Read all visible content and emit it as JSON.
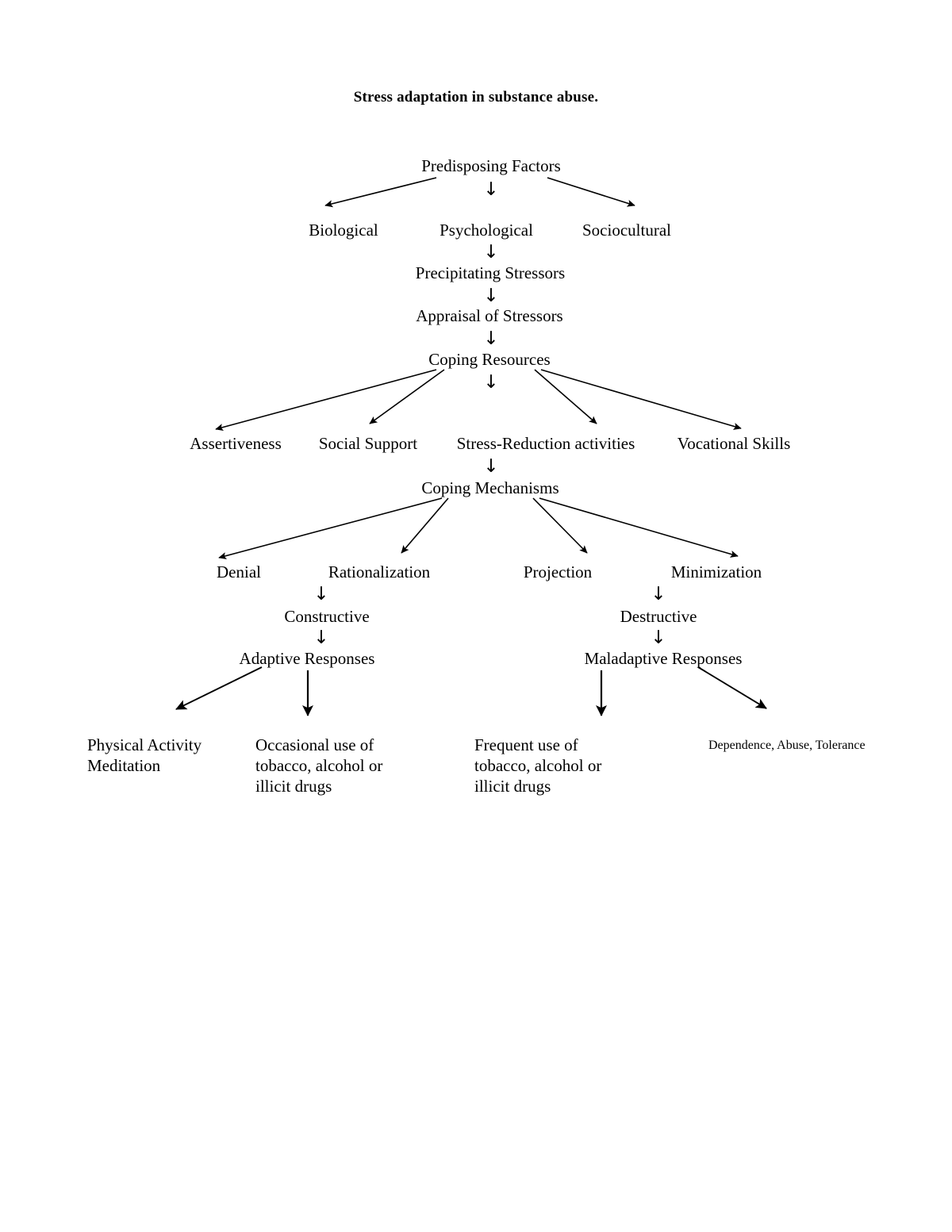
{
  "title": "Stress adaptation in substance abuse.",
  "diagram": {
    "type": "flowchart",
    "orientation": "top-down",
    "arrow_glyph": "↓",
    "nodes": {
      "predisposing_factors": "Predisposing Factors",
      "biological": "Biological",
      "psychological": "Psychological",
      "sociocultural": "Sociocultural",
      "precipitating_stressors": "Precipitating Stressors",
      "appraisal_of_stressors": "Appraisal of Stressors",
      "coping_resources": "Coping Resources",
      "assertiveness": "Assertiveness",
      "social_support": "Social Support",
      "stress_reduction_activities": "Stress-Reduction activities",
      "vocational_skills": "Vocational Skills",
      "coping_mechanisms": "Coping Mechanisms",
      "denial": "Denial",
      "rationalization": "Rationalization",
      "projection": "Projection",
      "minimization": "Minimization",
      "constructive": "Constructive",
      "destructive": "Destructive",
      "adaptive_responses": "Adaptive Responses",
      "maladaptive_responses": "Maladaptive Responses",
      "physical_activity_meditation": "Physical Activity\nMeditation",
      "occasional_use": "Occasional use of\ntobacco, alcohol or\nillicit drugs",
      "frequent_use": "Frequent use of\ntobacco, alcohol or\nillicit drugs",
      "dependence_abuse_tolerance": "Dependence, Abuse, Tolerance"
    },
    "ticks": {
      "t1": "↓",
      "t2": "↓",
      "t3": "↓",
      "t4": "↓",
      "t5": "↓",
      "t6": "↓",
      "t7": "↓",
      "t8": "↓",
      "t9": "↓",
      "t10": "↓"
    },
    "edges": [
      {
        "from": "predisposing_factors",
        "to": "biological"
      },
      {
        "from": "predisposing_factors",
        "to": "psychological"
      },
      {
        "from": "predisposing_factors",
        "to": "sociocultural"
      },
      {
        "from": "psychological",
        "to": "precipitating_stressors"
      },
      {
        "from": "precipitating_stressors",
        "to": "appraisal_of_stressors"
      },
      {
        "from": "appraisal_of_stressors",
        "to": "coping_resources"
      },
      {
        "from": "coping_resources",
        "to": "assertiveness"
      },
      {
        "from": "coping_resources",
        "to": "social_support"
      },
      {
        "from": "coping_resources",
        "to": "stress_reduction_activities"
      },
      {
        "from": "coping_resources",
        "to": "vocational_skills"
      },
      {
        "from": "stress_reduction_activities",
        "to": "coping_mechanisms"
      },
      {
        "from": "coping_mechanisms",
        "to": "denial"
      },
      {
        "from": "coping_mechanisms",
        "to": "rationalization"
      },
      {
        "from": "coping_mechanisms",
        "to": "projection"
      },
      {
        "from": "coping_mechanisms",
        "to": "minimization"
      },
      {
        "from": "rationalization",
        "to": "constructive"
      },
      {
        "from": "minimization",
        "to": "destructive"
      },
      {
        "from": "constructive",
        "to": "adaptive_responses"
      },
      {
        "from": "destructive",
        "to": "maladaptive_responses"
      },
      {
        "from": "adaptive_responses",
        "to": "physical_activity_meditation"
      },
      {
        "from": "adaptive_responses",
        "to": "occasional_use"
      },
      {
        "from": "maladaptive_responses",
        "to": "frequent_use"
      },
      {
        "from": "maladaptive_responses",
        "to": "dependence_abuse_tolerance"
      }
    ],
    "colors": {
      "background": "#ffffff",
      "text": "#000000",
      "line": "#000000"
    }
  }
}
